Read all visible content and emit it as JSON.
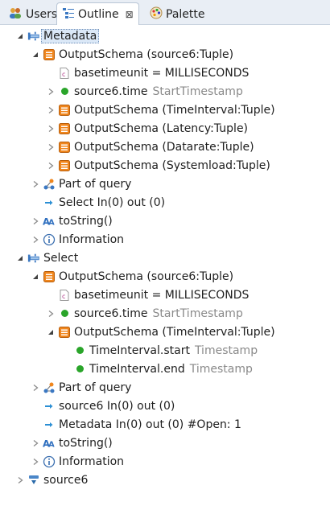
{
  "tabs": [
    {
      "label": "Users",
      "icon": "users-icon",
      "active": false
    },
    {
      "label": "Outline",
      "icon": "outline-icon",
      "active": true,
      "close": "⊠"
    },
    {
      "label": "Palette",
      "icon": "palette-icon",
      "active": false
    }
  ],
  "tree": [
    {
      "label": "Metadata",
      "icon": "operator-icon",
      "twisty": "expanded",
      "selected": true
    },
    {
      "label": "OutputSchema (source6:Tuple)",
      "icon": "schema-icon",
      "twisty": "expanded"
    },
    {
      "label": "basetimeunit = MILLISECONDS",
      "icon": "constant-icon",
      "twisty": "none"
    },
    {
      "label": "source6.time",
      "extra": "StartTimestamp",
      "icon": "attribute-dot-icon",
      "twisty": "collapsed"
    },
    {
      "label": "OutputSchema (TimeInterval:Tuple)",
      "icon": "schema-icon",
      "twisty": "collapsed"
    },
    {
      "label": "OutputSchema (Latency:Tuple)",
      "icon": "schema-icon",
      "twisty": "collapsed"
    },
    {
      "label": "OutputSchema (Datarate:Tuple)",
      "icon": "schema-icon",
      "twisty": "collapsed"
    },
    {
      "label": "OutputSchema (Systemload:Tuple)",
      "icon": "schema-icon",
      "twisty": "collapsed"
    },
    {
      "label": "Part of query",
      "icon": "query-graph-icon",
      "twisty": "collapsed"
    },
    {
      "label": "Select In(0) out (0)",
      "icon": "arrow-right-icon",
      "twisty": "none"
    },
    {
      "label": "toString()",
      "icon": "string-aa-icon",
      "twisty": "collapsed"
    },
    {
      "label": "Information",
      "icon": "info-icon",
      "twisty": "collapsed"
    },
    {
      "label": "Select",
      "icon": "operator-icon",
      "twisty": "expanded"
    },
    {
      "label": "OutputSchema (source6:Tuple)",
      "icon": "schema-icon",
      "twisty": "expanded"
    },
    {
      "label": "basetimeunit = MILLISECONDS",
      "icon": "constant-icon",
      "twisty": "none"
    },
    {
      "label": "source6.time",
      "extra": "StartTimestamp",
      "icon": "attribute-dot-icon",
      "twisty": "collapsed"
    },
    {
      "label": "OutputSchema (TimeInterval:Tuple)",
      "icon": "schema-icon",
      "twisty": "expanded"
    },
    {
      "label": "TimeInterval.start",
      "extra": "Timestamp",
      "icon": "attribute-dot-icon",
      "twisty": "none"
    },
    {
      "label": "TimeInterval.end",
      "extra": "Timestamp",
      "icon": "attribute-dot-icon",
      "twisty": "none"
    },
    {
      "label": "Part of query",
      "icon": "query-graph-icon",
      "twisty": "collapsed"
    },
    {
      "label": "source6 In(0) out (0)",
      "icon": "arrow-right-icon",
      "twisty": "none"
    },
    {
      "label": "Metadata In(0) out (0) #Open: 1",
      "icon": "arrow-right-icon",
      "twisty": "none"
    },
    {
      "label": "toString()",
      "icon": "string-aa-icon",
      "twisty": "collapsed"
    },
    {
      "label": "Information",
      "icon": "info-icon",
      "twisty": "collapsed"
    },
    {
      "label": "source6",
      "icon": "source-icon",
      "twisty": "collapsed"
    }
  ],
  "colors": {
    "accent": "#3b78c2",
    "schema": "#f0861d",
    "dot": "#2aa52a",
    "selection": "#dbe8f7"
  }
}
